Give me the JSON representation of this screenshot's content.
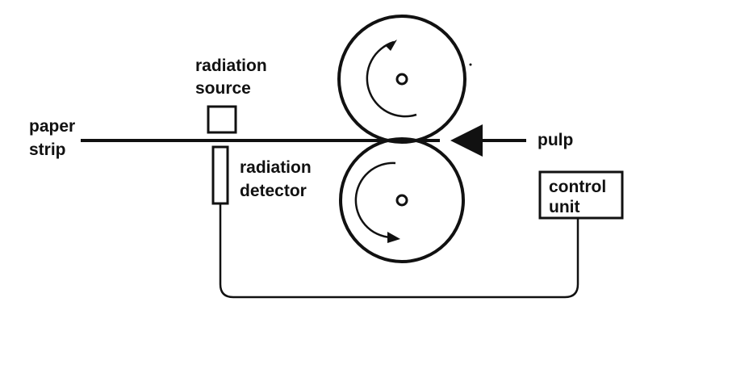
{
  "labels": {
    "paper_line1": "paper",
    "paper_line2": "strip",
    "source_line1": "radiation",
    "source_line2": "source",
    "detector_line1": "radiation",
    "detector_line2": "detector",
    "pulp": "pulp",
    "control_line1": "control",
    "control_line2": "unit"
  },
  "colors": {
    "ink": "#111111",
    "background": "#ffffff"
  }
}
